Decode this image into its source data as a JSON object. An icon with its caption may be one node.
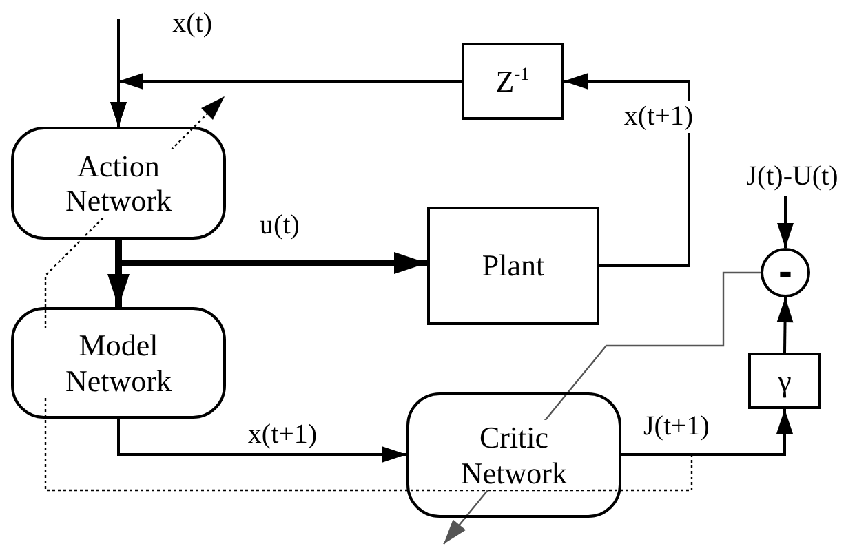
{
  "diagram": {
    "nodes": [
      {
        "text": [
          "x(t)"
        ]
      },
      {
        "text": [
          "Z$^{-1}$"
        ]
      },
      {
        "text": [
          "Action Network"
        ]
      },
      {
        "text": [
          "Plant"
        ]
      },
      {
        "text": [
          "J(t)-U(t)"
        ]
      },
      {
        "text": [
          "-"
        ]
      },
      {
        "text": [
          "Model Network"
        ]
      },
      {
        "text": [
          "γ"
        ]
      },
      {
        "text": [
          "Critic Network"
        ]
      }
    ],
    "edges": [
      {
        "from": 0,
        "to": 2,
        "arrow": "to"
      },
      {
        "from": 1,
        "to": 2,
        "arrow": "to"
      },
      {
        "from": 3,
        "to": 1,
        "arrow": "to",
        "label": "x(t+1)"
      },
      {
        "from": 2,
        "to": 6,
        "arrow": "to",
        "style": "thick"
      },
      {
        "from": 2,
        "to": 3,
        "arrow": "to",
        "style": "thick",
        "label": "u(t)"
      },
      {
        "from": 4,
        "to": 5,
        "arrow": "to"
      },
      {
        "from": 7,
        "to": 5,
        "arrow": "to"
      },
      {
        "from": 6,
        "to": 8,
        "arrow": "to",
        "label": "x(t+1)"
      },
      {
        "from": 8,
        "to": 7,
        "arrow": "to",
        "label": "J(t+1)"
      },
      {
        "from": 5,
        "to": 8,
        "arrow": "to",
        "color": "#555555"
      }
    ]
  }
}
